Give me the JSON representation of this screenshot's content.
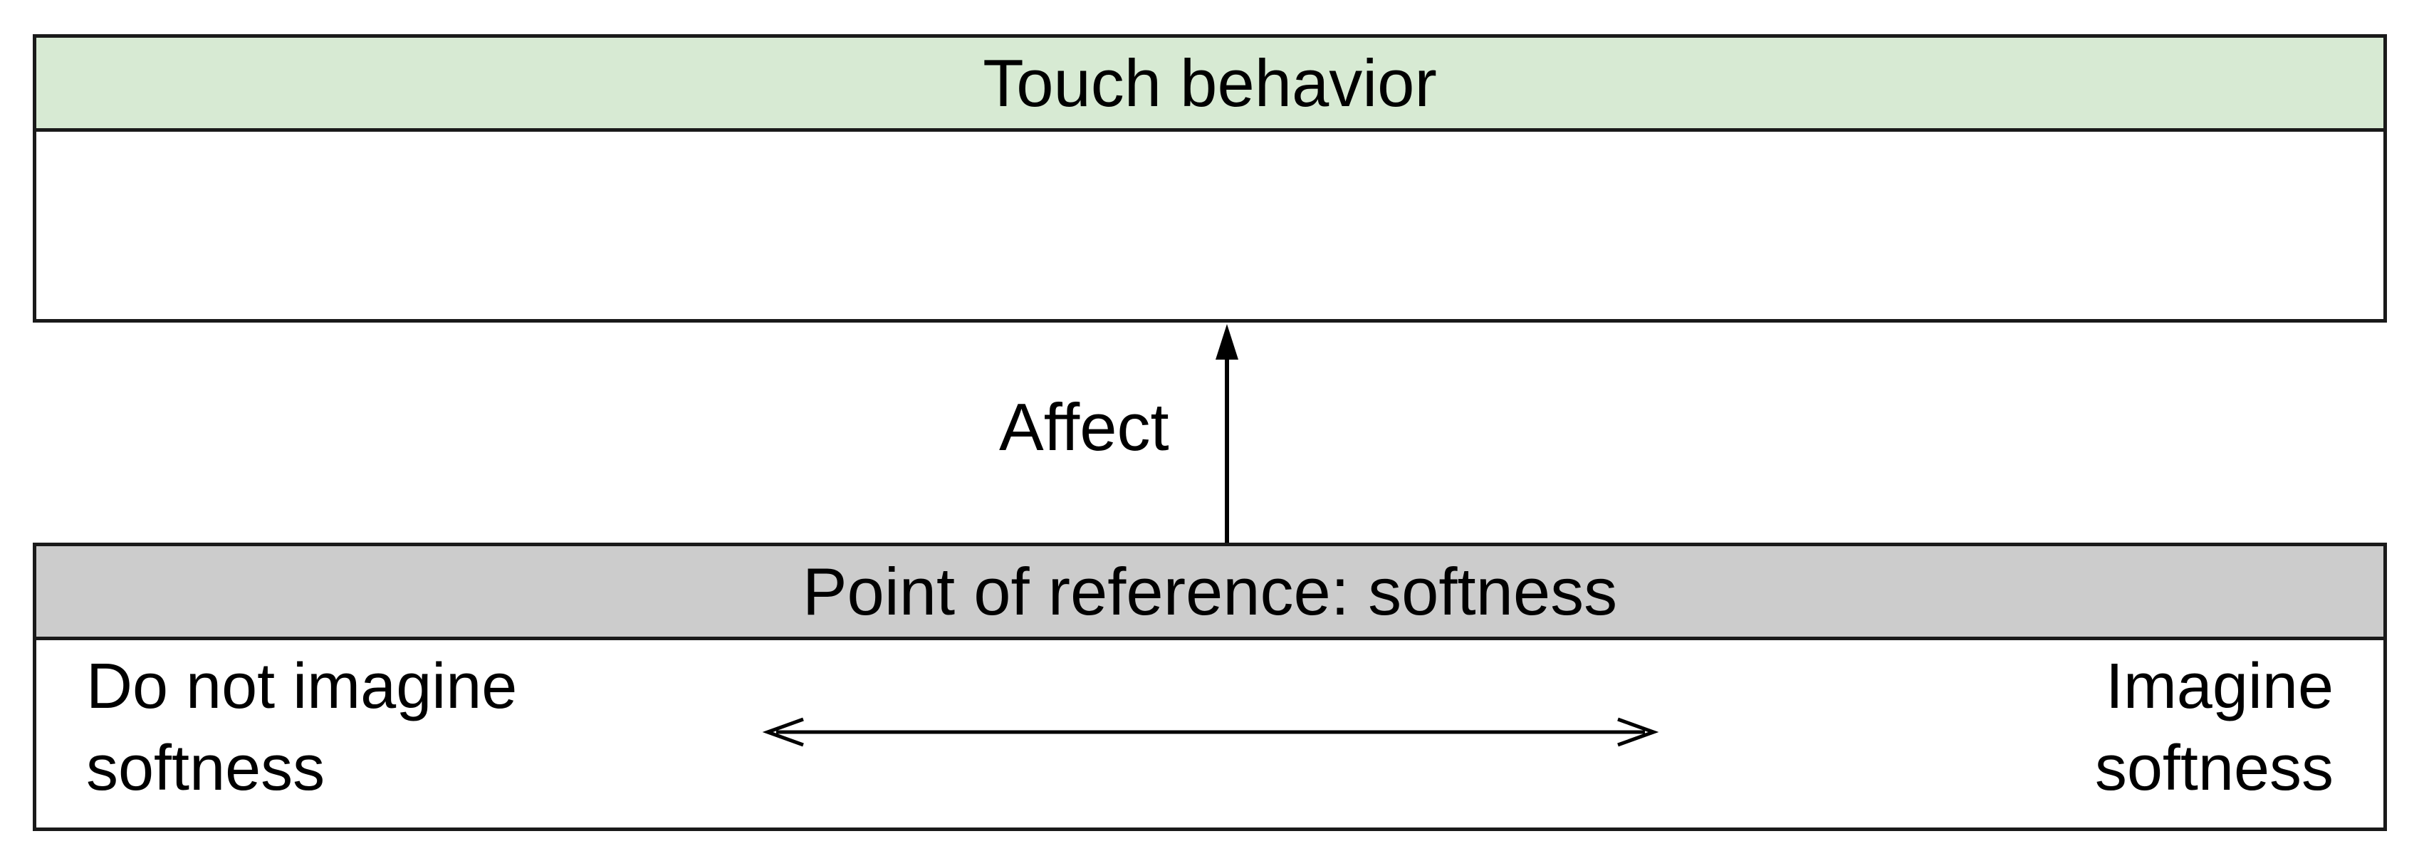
{
  "top_box": {
    "title": "Touch behavior",
    "header_color": "#d7ead3"
  },
  "connector": {
    "label": "Affect"
  },
  "bottom_box": {
    "title": "Point of reference: softness",
    "header_color": "#cccccc",
    "left_label_line1": "Do not imagine",
    "left_label_line2": "softness",
    "right_label_line1": "Imagine",
    "right_label_line2": "softness"
  }
}
